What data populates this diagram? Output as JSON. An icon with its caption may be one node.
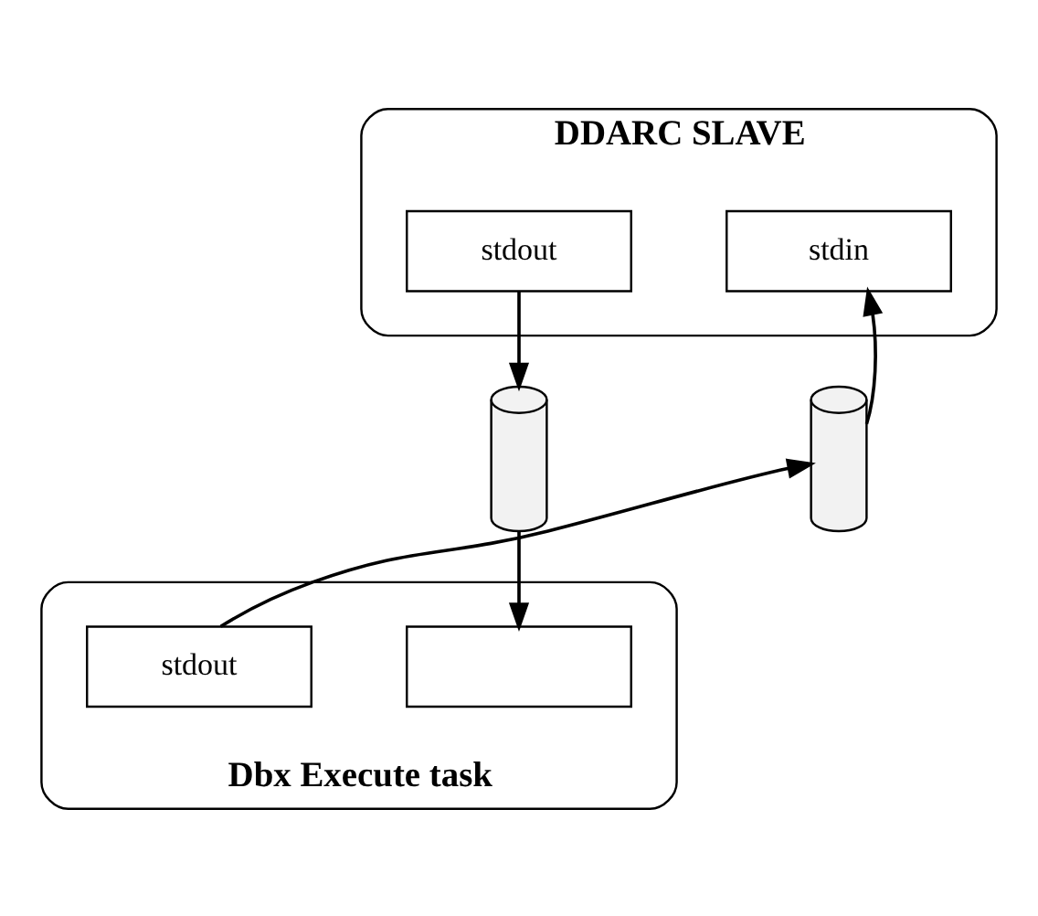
{
  "diagram": {
    "nodes": [
      {
        "text": [
          "DDARC SLAVE"
        ]
      },
      {
        "text": [
          "stdout"
        ],
        "in": 0
      },
      {
        "text": [
          "stdin"
        ],
        "in": 0
      },
      {
        "text": [],
        "shape": "cylinder"
      },
      {
        "text": [],
        "shape": "cylinder"
      },
      {
        "text": [
          "Dbx Execute task"
        ]
      },
      {
        "text": [],
        "shape": "box",
        "in": 5
      },
      {
        "text": [
          "stdout"
        ],
        "in": 5
      }
    ],
    "edges": [
      {
        "from": 1,
        "to": 3,
        "arrow": "to"
      },
      {
        "from": 3,
        "to": 6,
        "arrow": "to"
      },
      {
        "from": 7,
        "to": 4,
        "arrow": "to"
      },
      {
        "from": 4,
        "to": 2,
        "arrow": "to"
      }
    ]
  }
}
